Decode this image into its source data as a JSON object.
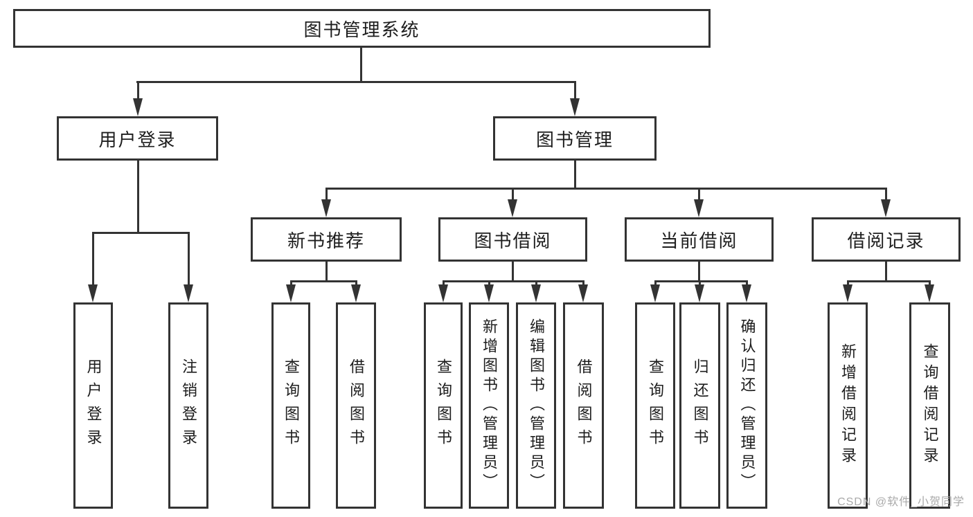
{
  "tree": {
    "root": {
      "label": "图书管理系统",
      "children": [
        {
          "label": "用户登录",
          "children": [
            {
              "label": "用户登录"
            },
            {
              "label": "注销登录"
            }
          ]
        },
        {
          "label": "图书管理",
          "children": [
            {
              "label": "新书推荐",
              "children": [
                {
                  "label": "查询图书"
                },
                {
                  "label": "借阅图书"
                }
              ]
            },
            {
              "label": "图书借阅",
              "children": [
                {
                  "label": "查询图书"
                },
                {
                  "label": "新增图书（管理员）"
                },
                {
                  "label": "编辑图书（管理员）"
                },
                {
                  "label": "借阅图书"
                }
              ]
            },
            {
              "label": "当前借阅",
              "children": [
                {
                  "label": "查询图书"
                },
                {
                  "label": "归还图书"
                },
                {
                  "label": "确认归还（管理员）"
                }
              ]
            },
            {
              "label": "借阅记录",
              "children": [
                {
                  "label": "新增借阅记录"
                },
                {
                  "label": "查询借阅记录"
                }
              ]
            }
          ]
        }
      ]
    }
  },
  "watermark": {
    "text": "CSDN @软件_小贺同学"
  },
  "colors": {
    "line": "#333333",
    "text": "#1d1d1d",
    "watermark": "#a9a9a9",
    "background": "#ffffff"
  }
}
